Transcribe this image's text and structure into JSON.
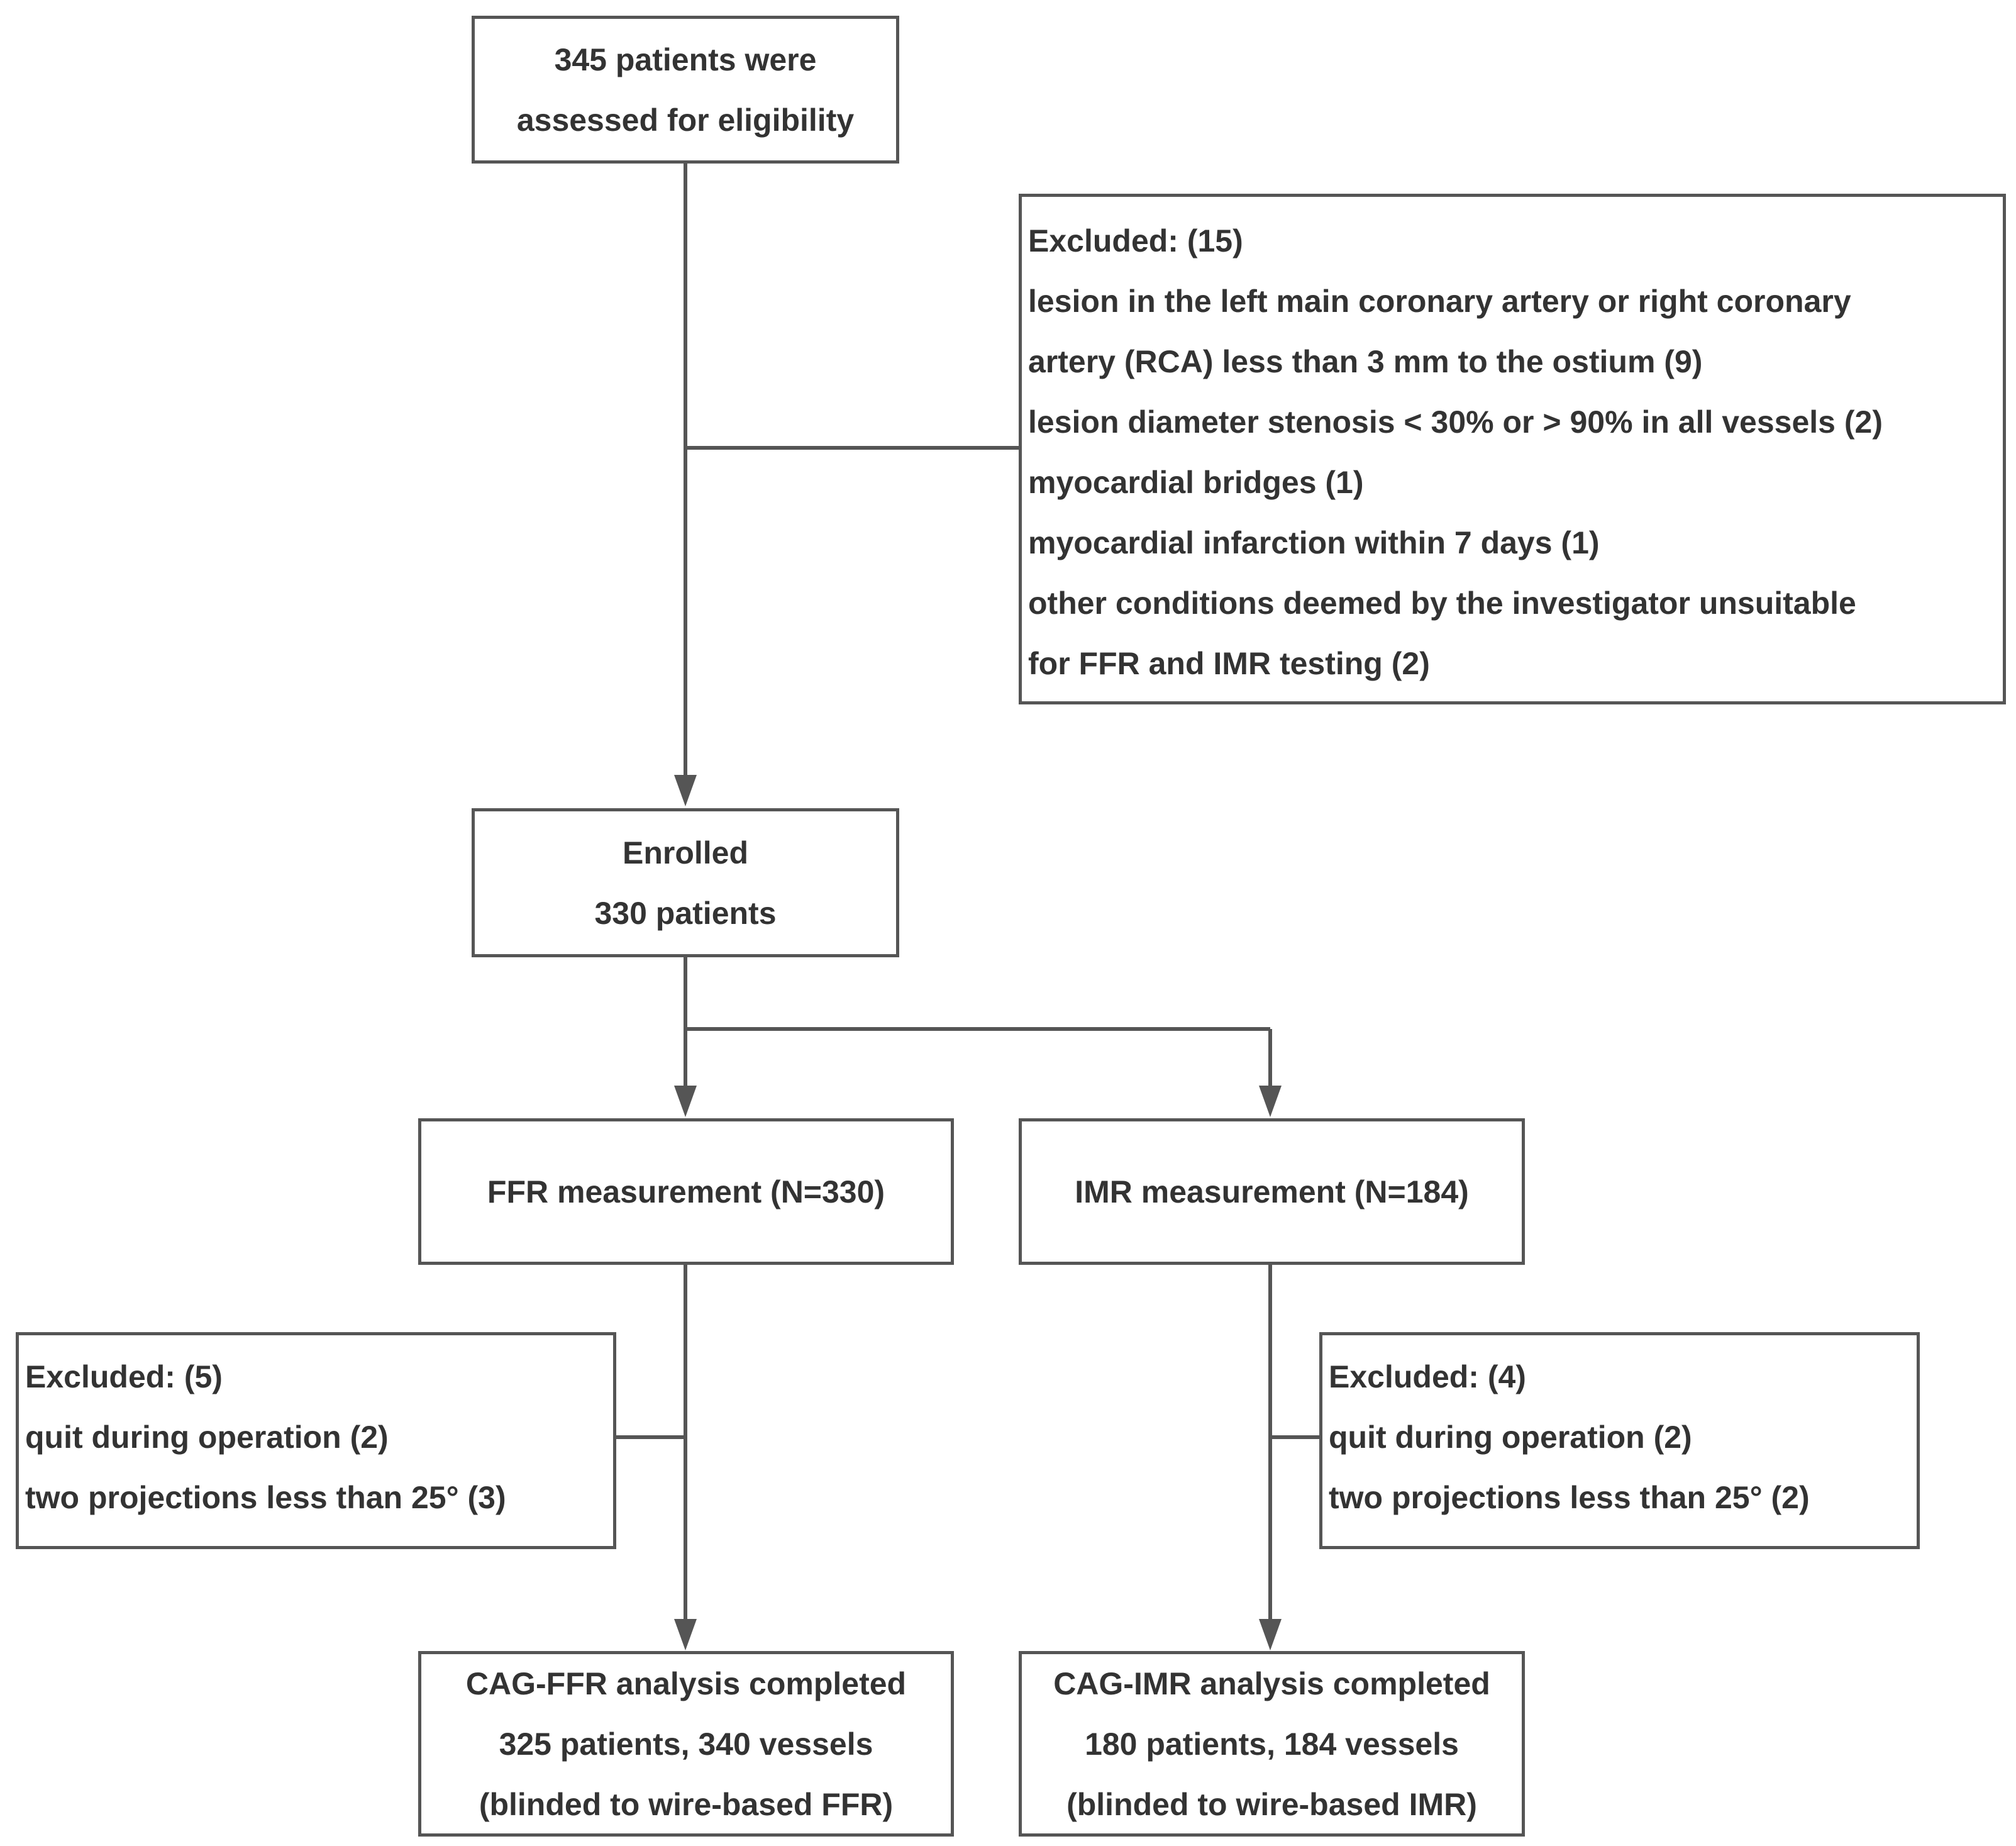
{
  "assessed": {
    "lines": [
      "345 patients were",
      "assessed for eligibility"
    ]
  },
  "excluded_main": {
    "lines": [
      "Excluded: (15)",
      "lesion in the left main coronary artery or right coronary",
      "artery (RCA) less than 3 mm to the ostium (9)",
      "lesion  diameter stenosis < 30% or > 90% in all vessels (2)",
      "myocardial bridges (1)",
      "myocardial infarction within 7 days (1)",
      "other conditions deemed by the investigator unsuitable",
      "for FFR and IMR testing (2)"
    ]
  },
  "enrolled": {
    "lines": [
      "Enrolled",
      "330 patients"
    ]
  },
  "ffr_measurement": {
    "label": "FFR measurement (N=330)"
  },
  "imr_measurement": {
    "label": "IMR measurement (N=184)"
  },
  "excluded_ffr": {
    "lines": [
      "Excluded: (5)",
      "quit during operation (2)",
      "two projections less than 25° (3)"
    ]
  },
  "excluded_imr": {
    "lines": [
      "Excluded: (4)",
      "quit during operation (2)",
      "two projections less than 25° (2)"
    ]
  },
  "cag_ffr": {
    "lines": [
      "CAG-FFR analysis completed",
      "325 patients, 340 vessels",
      "(blinded to wire-based FFR)"
    ]
  },
  "cag_imr": {
    "lines": [
      "CAG-IMR analysis completed",
      "180 patients, 184 vessels",
      "(blinded to wire-based IMR)"
    ]
  },
  "colors": {
    "line": "#555555",
    "text": "#333333",
    "background": "#ffffff"
  }
}
